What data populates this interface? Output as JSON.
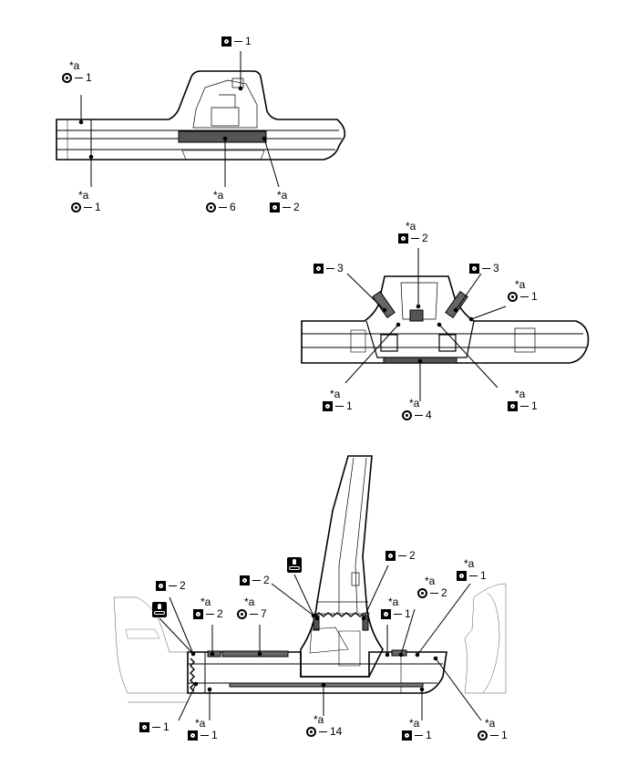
{
  "icons": {
    "square_weld": "spot-weld-square-icon",
    "circle_weld": "spot-weld-circle-icon",
    "torch": "welding-torch-icon"
  },
  "callouts": [
    {
      "id": "a1",
      "star": "",
      "kind": "sq",
      "text": "1"
    },
    {
      "id": "a2",
      "star": "*a",
      "kind": "ci",
      "text": "1"
    },
    {
      "id": "a3",
      "star": "*a",
      "kind": "ci",
      "text": "1"
    },
    {
      "id": "a4",
      "star": "*a",
      "kind": "ci",
      "text": "6"
    },
    {
      "id": "a5",
      "star": "*a",
      "kind": "sq",
      "text": "2"
    },
    {
      "id": "b1",
      "star": "*a",
      "kind": "sq",
      "text": "2"
    },
    {
      "id": "b2",
      "star": "",
      "kind": "sq",
      "text": "3"
    },
    {
      "id": "b3",
      "star": "",
      "kind": "sq",
      "text": "3"
    },
    {
      "id": "b4",
      "star": "*a",
      "kind": "ci",
      "text": "1"
    },
    {
      "id": "b5",
      "star": "*a",
      "kind": "sq",
      "text": "1"
    },
    {
      "id": "b6",
      "star": "*a",
      "kind": "ci",
      "text": "4"
    },
    {
      "id": "b7",
      "star": "*a",
      "kind": "sq",
      "text": "1"
    },
    {
      "id": "c1",
      "star": "",
      "kind": "sq",
      "text": "2"
    },
    {
      "id": "c2",
      "star": "",
      "kind": "sq",
      "text": "2"
    },
    {
      "id": "c3",
      "star": "",
      "kind": "sq",
      "text": "2"
    },
    {
      "id": "c4",
      "star": "*a",
      "kind": "sq",
      "text": "2"
    },
    {
      "id": "c5",
      "star": "*a",
      "kind": "ci",
      "text": "7"
    },
    {
      "id": "c6",
      "star": "*a",
      "kind": "sq",
      "text": "1"
    },
    {
      "id": "c7",
      "star": "*a",
      "kind": "ci",
      "text": "2"
    },
    {
      "id": "c8",
      "star": "*a",
      "kind": "sq",
      "text": "1"
    },
    {
      "id": "c9",
      "star": "",
      "kind": "sq",
      "text": "1"
    },
    {
      "id": "c10",
      "star": "*a",
      "kind": "sq",
      "text": "1"
    },
    {
      "id": "c11",
      "star": "*a",
      "kind": "ci",
      "text": "14"
    },
    {
      "id": "c12",
      "star": "*a",
      "kind": "sq",
      "text": "1"
    },
    {
      "id": "c13",
      "star": "*a",
      "kind": "ci",
      "text": "1"
    }
  ]
}
